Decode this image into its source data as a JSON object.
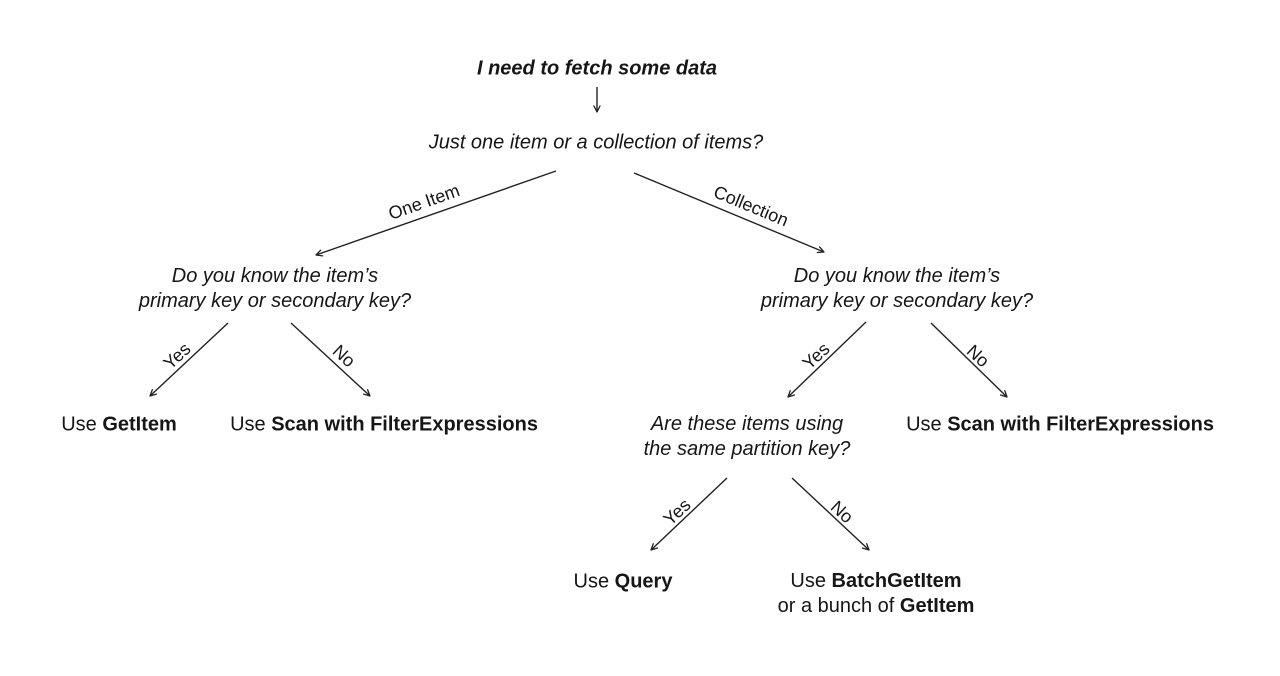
{
  "diagram": {
    "title": "I need to fetch some data",
    "root_question": "Just one item or a collection of items?",
    "edge_labels": {
      "one_item": "One Item",
      "collection": "Collection",
      "yes": "Yes",
      "no": "No"
    },
    "questions": {
      "left_key": {
        "line1": "Do you know the item’s",
        "line2": "primary key or secondary key?"
      },
      "right_key": {
        "line1": "Do you know the item’s",
        "line2": "primary key or secondary key?"
      },
      "partition": {
        "line1": "Are these items using",
        "line2": "the same partition key?"
      }
    },
    "leaves": {
      "get_item": {
        "prefix": "Use ",
        "bold": "GetItem"
      },
      "scan_left": {
        "prefix": "Use ",
        "bold": "Scan with FilterExpressions"
      },
      "scan_right": {
        "prefix": "Use ",
        "bold": "Scan with FilterExpressions"
      },
      "query": {
        "prefix": "Use ",
        "bold": "Query"
      },
      "batch": {
        "line1_prefix": "Use ",
        "line1_bold": "BatchGetItem",
        "line2_prefix": "or a bunch of ",
        "line2_bold": "GetItem"
      }
    },
    "colors": {
      "text": "#161616",
      "arrow": "#222222",
      "background": "#ffffff"
    }
  }
}
